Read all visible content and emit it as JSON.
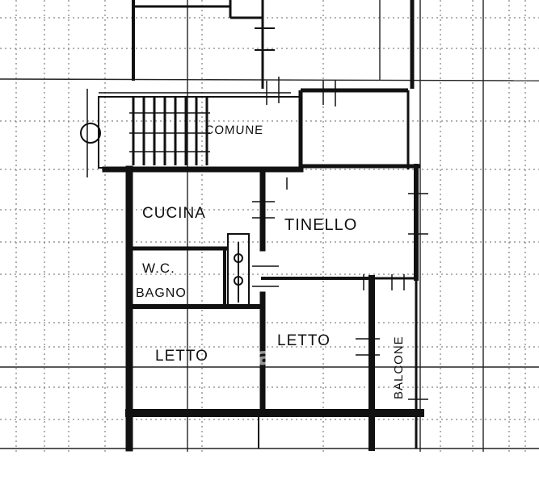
{
  "rooms": {
    "comune": "COMUNE",
    "cucina": "CUCINA",
    "tinello": "TINELLO",
    "wc": "W.C.",
    "bagno": "BAGNO",
    "letto_left": "LETTO",
    "letto_right": "LETTO",
    "balcone": "BALCONE"
  },
  "watermark": "casa.it",
  "colors": {
    "ink": "#111111",
    "paper": "#ffffff",
    "grid": "#555555"
  }
}
